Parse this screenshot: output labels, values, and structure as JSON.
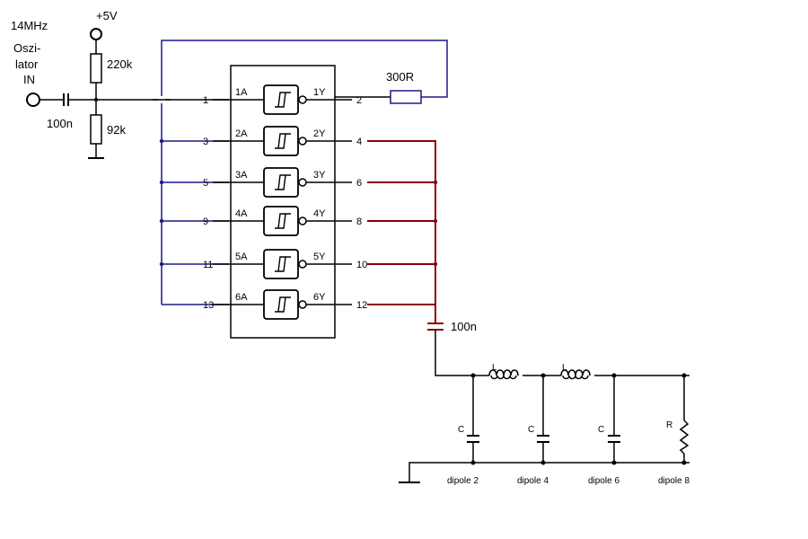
{
  "labels": {
    "frequency": "14MHz",
    "osc_line1": "Oszi-",
    "osc_line2": "lator",
    "osc_line3": "IN",
    "supply": "+5V",
    "r_top": "220k",
    "r_bottom": "92k",
    "cap_in": "100n",
    "r_feedback": "300R",
    "cap_out": "100n",
    "inductor": "L",
    "capacitor": "C",
    "resistor": "R"
  },
  "gates": [
    {
      "in": "1A",
      "out": "1Y",
      "in_pin": "1",
      "out_pin": "2"
    },
    {
      "in": "2A",
      "out": "2Y",
      "in_pin": "3",
      "out_pin": "4"
    },
    {
      "in": "3A",
      "out": "3Y",
      "in_pin": "5",
      "out_pin": "6"
    },
    {
      "in": "4A",
      "out": "4Y",
      "in_pin": "9",
      "out_pin": "8"
    },
    {
      "in": "5A",
      "out": "5Y",
      "in_pin": "11",
      "out_pin": "10"
    },
    {
      "in": "6A",
      "out": "6Y",
      "in_pin": "13",
      "out_pin": "12"
    }
  ],
  "dipoles": [
    "dipole 2",
    "dipole 4",
    "dipole 6",
    "dipole 8"
  ],
  "colors": {
    "input_bus": "#1a1a8c",
    "output_bus": "#8b0000",
    "wire": "#000000"
  }
}
